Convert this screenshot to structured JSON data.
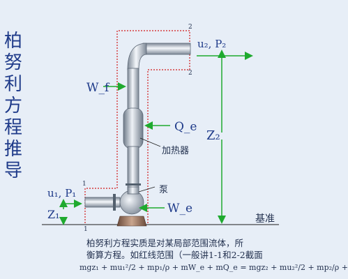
{
  "title": "柏努利方程推导",
  "labels": {
    "section2_top": "2",
    "section2_bottom": "2",
    "section1_top": "1",
    "section1_bottom": "1",
    "u2p2": "u₂, P₂",
    "u1p1": "u₁, P₁",
    "wf": "W_f",
    "qe": "Q_e",
    "heater": "加热器",
    "z2": "Z₂",
    "pump": "泵",
    "we": "W_e",
    "z1": "Z₁",
    "datum": "基准"
  },
  "caption": {
    "line1": "柏努利方程实质是对某局部范围流体，所",
    "line2": "衡算方程。如红线范围（一般讲1-1和2-2截面"
  },
  "equation": "mgz₁ + mu₁²/2 + mp₁/ρ + mW_e + mQ_e = mgz₂ + mu₂²/2 + mp₂/ρ +",
  "colors": {
    "title": "#1f3b8a",
    "arrow_green": "#1faa2f",
    "boundary_red": "#d11a1a",
    "pipe": "#9aa8b8"
  },
  "icons": {
    "pump": "pump-icon",
    "heater": "heater-icon"
  }
}
